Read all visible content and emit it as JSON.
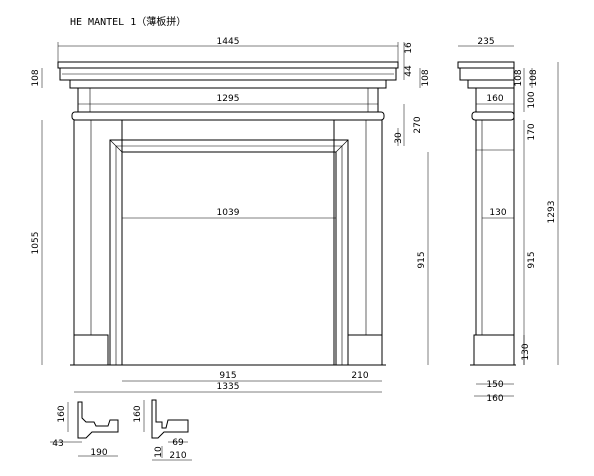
{
  "title": "HE MANTEL 1（薄板拼）",
  "front": {
    "overall_width": "1445",
    "shelf_top": "16",
    "shelf_lip": "44",
    "shelf_height": "108",
    "shelf_height_right": "108",
    "frieze_width": "1295",
    "frieze_drop": "270",
    "band_height": "30",
    "opening_width": "1039",
    "overall_height": "1055",
    "leg_height": "915",
    "inner_opening": "915",
    "leg_width": "210",
    "base_width": "1335"
  },
  "side": {
    "depth": "235",
    "shelf_height": "108",
    "shelf_height_outer": "108",
    "frieze_depth": "160",
    "frieze_height": "100",
    "band_drop": "170",
    "leg_depth": "130",
    "overall_height": "1293",
    "leg_height": "915",
    "plinth_height": "130",
    "plinth_depth": "150",
    "base_depth": "160"
  },
  "profile_1": {
    "height": "160",
    "offset": "43",
    "width": "190"
  },
  "profile_2": {
    "height": "160",
    "step": "10",
    "inner": "69",
    "width": "210"
  }
}
